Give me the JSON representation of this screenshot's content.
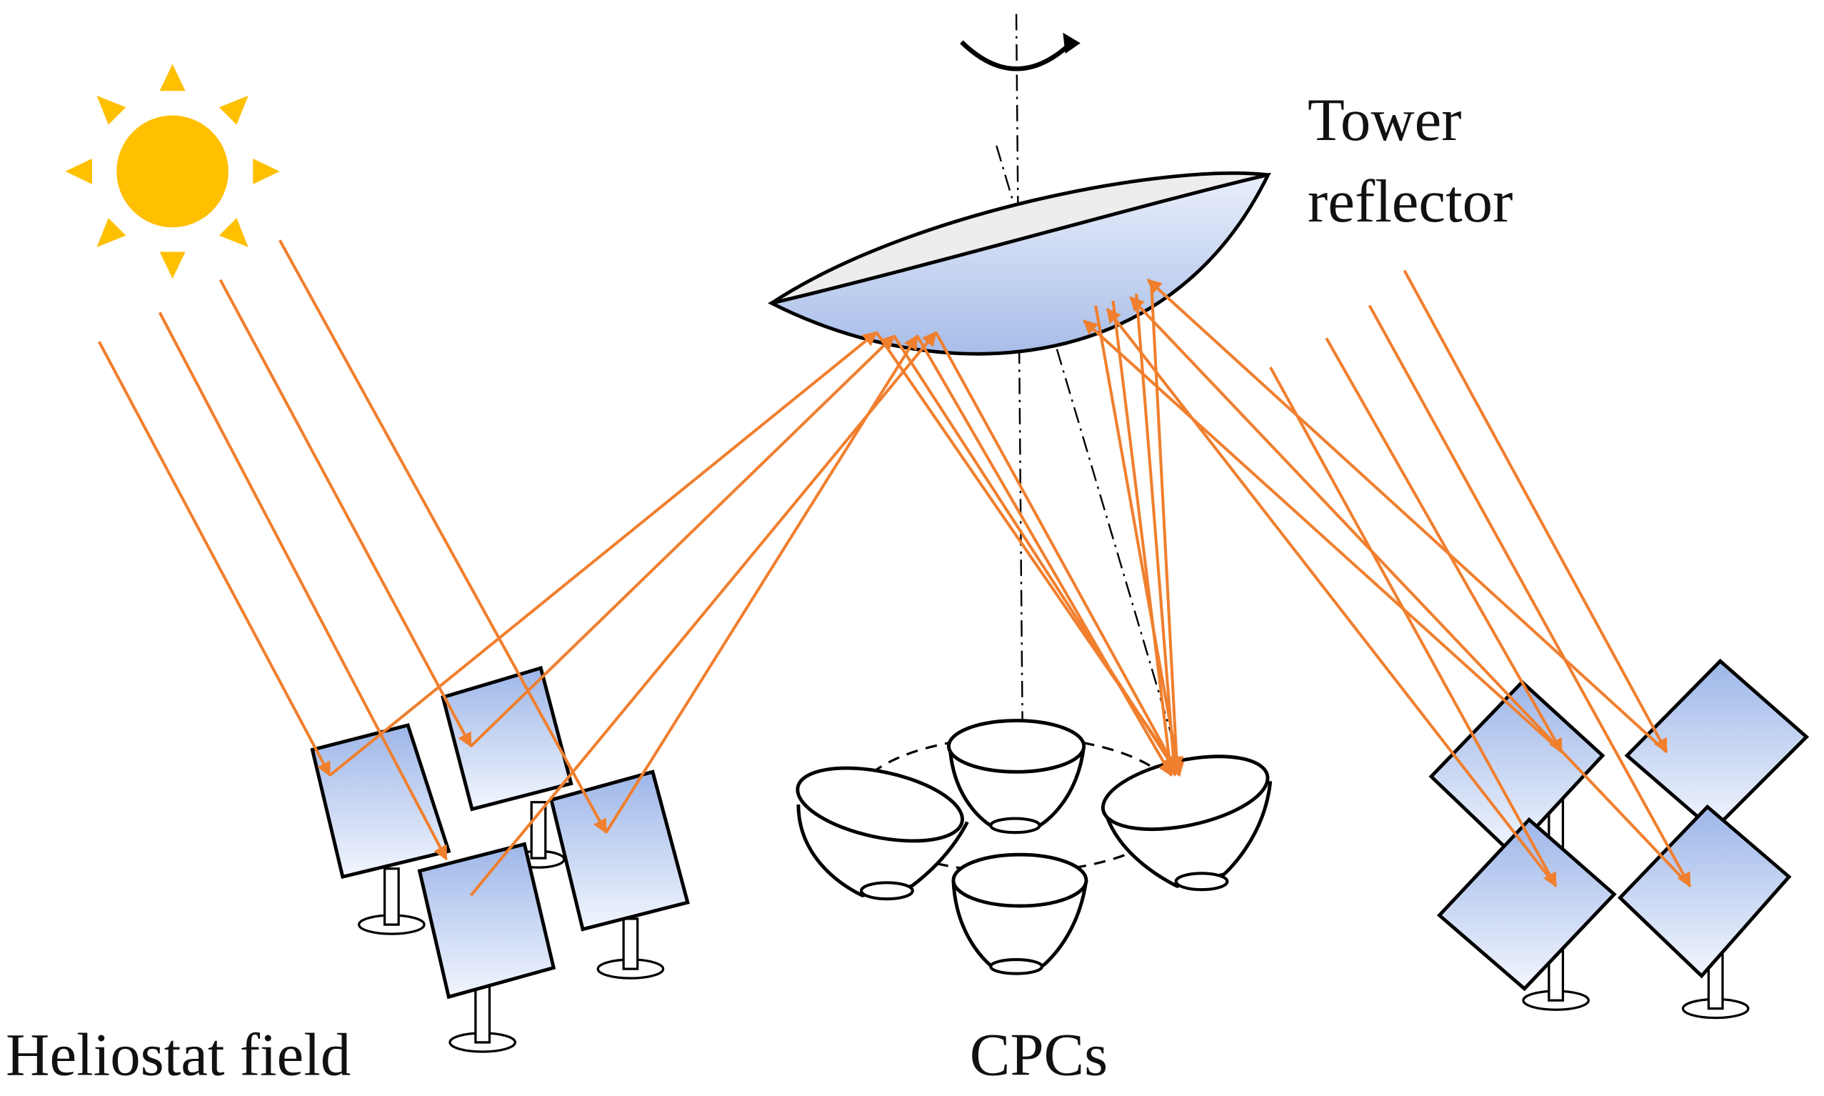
{
  "labels": {
    "tower_line1": "Tower",
    "tower_line2": "reflector",
    "heliostat_field": "Heliostat field",
    "cpcs": "CPCs"
  },
  "icons": {
    "sun": "sun-icon",
    "rotation": "rotation-arrow-icon"
  },
  "colors": {
    "ray": "#F07F2E",
    "sun": "#FFC000",
    "mirror_light": "#E6EEFB",
    "mirror_dark": "#9DB6E8",
    "reflector_top": "#EDEDED",
    "outline": "#000000"
  }
}
